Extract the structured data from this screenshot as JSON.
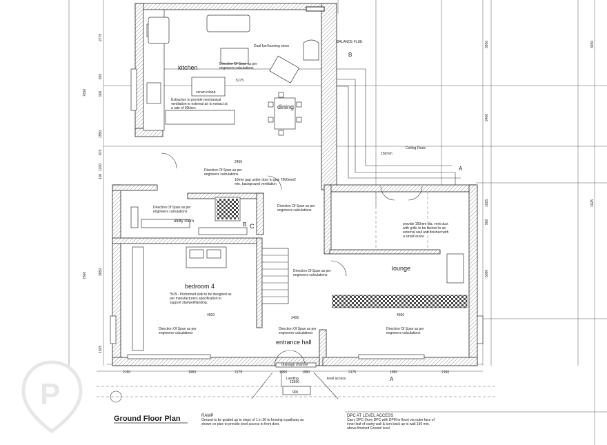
{
  "rooms": {
    "kitchen": "kitchen",
    "dining": "dining",
    "lounge": "lounge",
    "bedroom": "bedroom 4",
    "entrance": "entrance hall",
    "utility": "utility room"
  },
  "labels": {
    "balance_flue": "BALANCE FLUE",
    "stove": "Dual fuel burning stove",
    "ceramic_island": "ceram island",
    "extraction": "Extraction to provide mechanical ventilation to external air to extract at a rate of 30l/sec.",
    "span_note": "Direction Of Span as per engineers calculations",
    "door_gap": "10mm gap under door to give 7500mm2 min. background ventilation",
    "ceiling_note": "provide 150mm dia. vent duct with grille to be ducted to an external wall and finished with a small louvre",
    "tanking": "*N.B.- Preformed slab to be designed as per manufacturers specification to support stairwell/landing.",
    "ceiling_flue": "Ceiling Flues",
    "size_150": "150mm",
    "drainage": "drainage channel",
    "level_access": "level access",
    "landing": "Landing"
  },
  "dims": {
    "top": [
      "4500",
      "4500"
    ],
    "d_2406": "2406",
    "d_2450": "2450",
    "d_5175": "5175",
    "d_2400": "2400",
    "bottom": [
      "2150",
      "1950",
      "2175",
      "1950",
      "1950",
      "2175",
      "1950",
      "2150"
    ],
    "overall": "12550",
    "d_900": "900",
    "right": [
      "3650",
      "2400",
      "1025",
      "900",
      "5050",
      "3650",
      "1025"
    ],
    "left": [
      "2775",
      "820",
      "900",
      "1950",
      "7650",
      "875",
      "1200",
      "100",
      "3650",
      "7500",
      "1025"
    ]
  },
  "ref_marks": [
    "A",
    "A",
    "B",
    "B",
    "C"
  ],
  "title": "Ground Floor Plan",
  "ramp": {
    "heading": "RAMP",
    "text": "Ground to be graded up to slope of 1 in 20 to forming a pathway as shown on plan to provide level access to front door."
  },
  "dpc": {
    "heading": "DPC AT LEVEL ACCESS",
    "text": "Carry DPC (from DPC with DPM in floor) via outer face of inner leaf of cavity wall & turn back up to wall 150 min. above finished Ground level."
  },
  "watermark": "P"
}
